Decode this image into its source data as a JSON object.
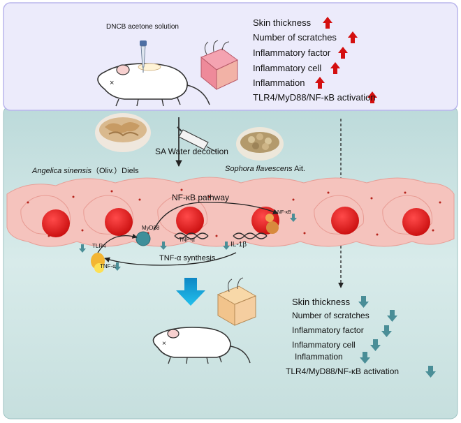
{
  "top_panel": {
    "reagent_label": "DNCB acetone solution",
    "effects": [
      {
        "label": "Skin thickness",
        "direction": "up"
      },
      {
        "label": "Number of scratches",
        "direction": "up"
      },
      {
        "label": "Inflammatory factor",
        "direction": "up"
      },
      {
        "label": "Inflammatory cell",
        "direction": "up"
      },
      {
        "label": "Inflammation",
        "direction": "up"
      },
      {
        "label": "TLR4/MyD88/NF-κB activation",
        "direction": "up"
      }
    ]
  },
  "treatment": {
    "decoction_label": "SA Water decoction",
    "herb_left_name": "Angelica sinensis",
    "herb_left_authority": "（Oliv.）Diels",
    "herb_right_name": "Sophora flavescens",
    "herb_right_authority": "Ait."
  },
  "pathway": {
    "title": "NF-κB pathway",
    "tnf_synthesis": "TNF-α synthesis",
    "myd88": "MyD88",
    "tlr4": "TLR4",
    "tnf_alpha_mid": "TNF-α",
    "tnf_alpha_low": "TNF-α",
    "il1b": "IL-1β",
    "nfkb": "NF-κB"
  },
  "bottom_panel": {
    "effects": [
      {
        "label": "Skin thickness",
        "direction": "down"
      },
      {
        "label": "Number of scratches",
        "direction": "down"
      },
      {
        "label": "Inflammatory factor",
        "direction": "down"
      },
      {
        "label": "Inflammatory cell",
        "direction": "down"
      },
      {
        "label": "Inflammation",
        "direction": "down"
      },
      {
        "label": "TLR4/MyD88/NF-κB activation",
        "direction": "down"
      }
    ]
  },
  "colors": {
    "top_panel_bg": "#ecebfb",
    "top_panel_border": "#b9b5ec",
    "bottom_panel_bg": "#cfe5e4",
    "tissue": "#f5c3bd",
    "cell_red": "#e01a1a",
    "arrow_up": "#d40f0f",
    "arrow_down": "#4a8e97",
    "big_arrow": "#1aa7d6"
  }
}
